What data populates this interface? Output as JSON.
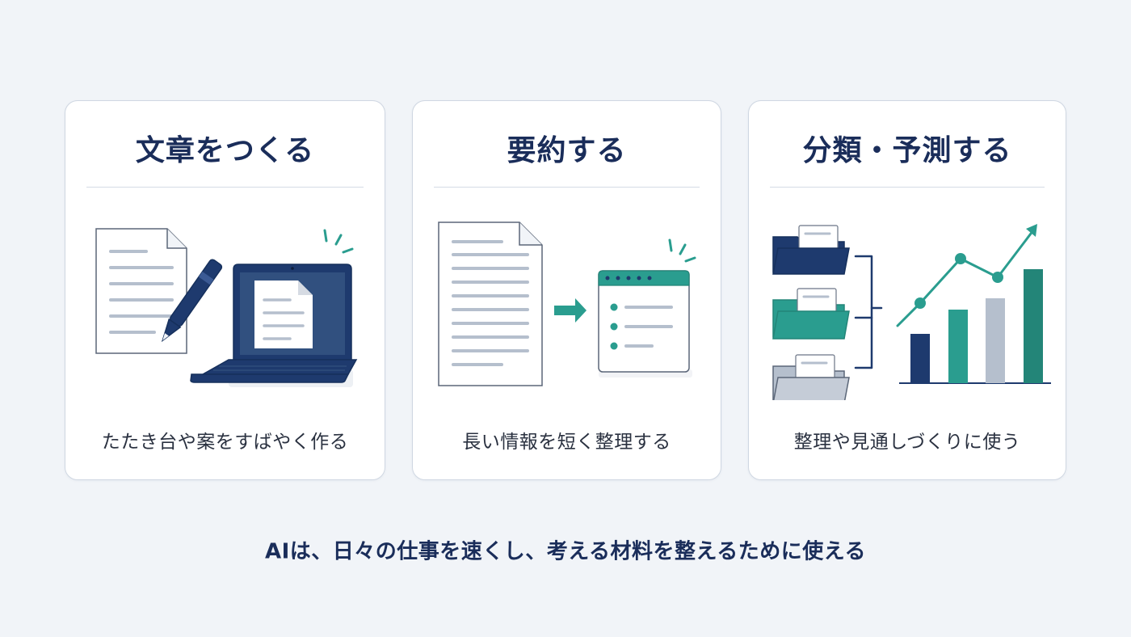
{
  "colors": {
    "navy": "#1e3a6e",
    "teal": "#2a9d8f",
    "gray": "#b5bfcd",
    "background": "#f1f4f8",
    "card_border": "#cfd7e2"
  },
  "cards": [
    {
      "title": "文章をつくる",
      "caption": "たたき台や案をすばやく作る",
      "icons": [
        "document-icon",
        "pen-icon",
        "laptop-icon",
        "sparkle-icon"
      ]
    },
    {
      "title": "要約する",
      "caption": "長い情報を短く整理する",
      "icons": [
        "long-document-icon",
        "arrow-right-icon",
        "summary-window-icon",
        "sparkle-icon"
      ]
    },
    {
      "title": "分類・予測する",
      "caption": "整理や見通しづくりに使う",
      "icons": [
        "folder-icon",
        "bracket-icon",
        "bar-chart-icon",
        "trend-line-icon"
      ]
    }
  ],
  "footer": {
    "text": "AIは、日々の仕事を速くし、考える材料を整えるために使える"
  }
}
